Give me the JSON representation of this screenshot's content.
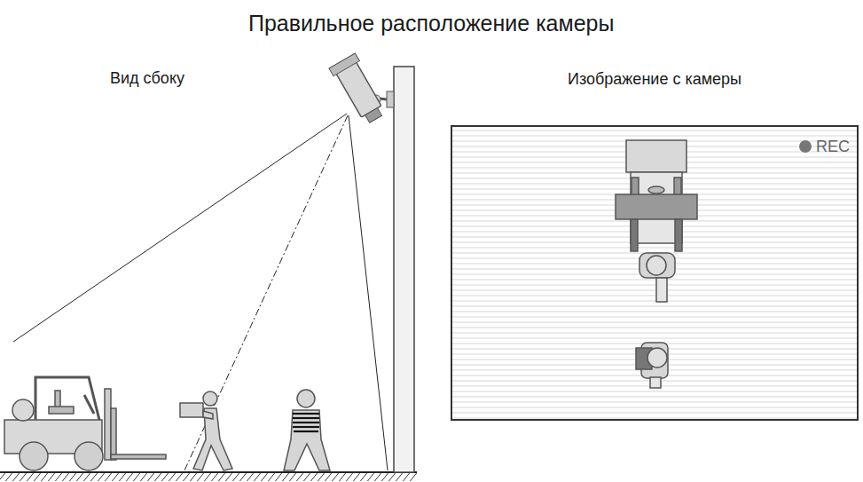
{
  "diagram": {
    "title": "Правильное расположение камеры",
    "nodes": [
      {
        "text": [
          "Изображение с камеры",
          "REC"
        ]
      }
    ],
    "labels": [
      "Вид сбоку"
    ]
  }
}
